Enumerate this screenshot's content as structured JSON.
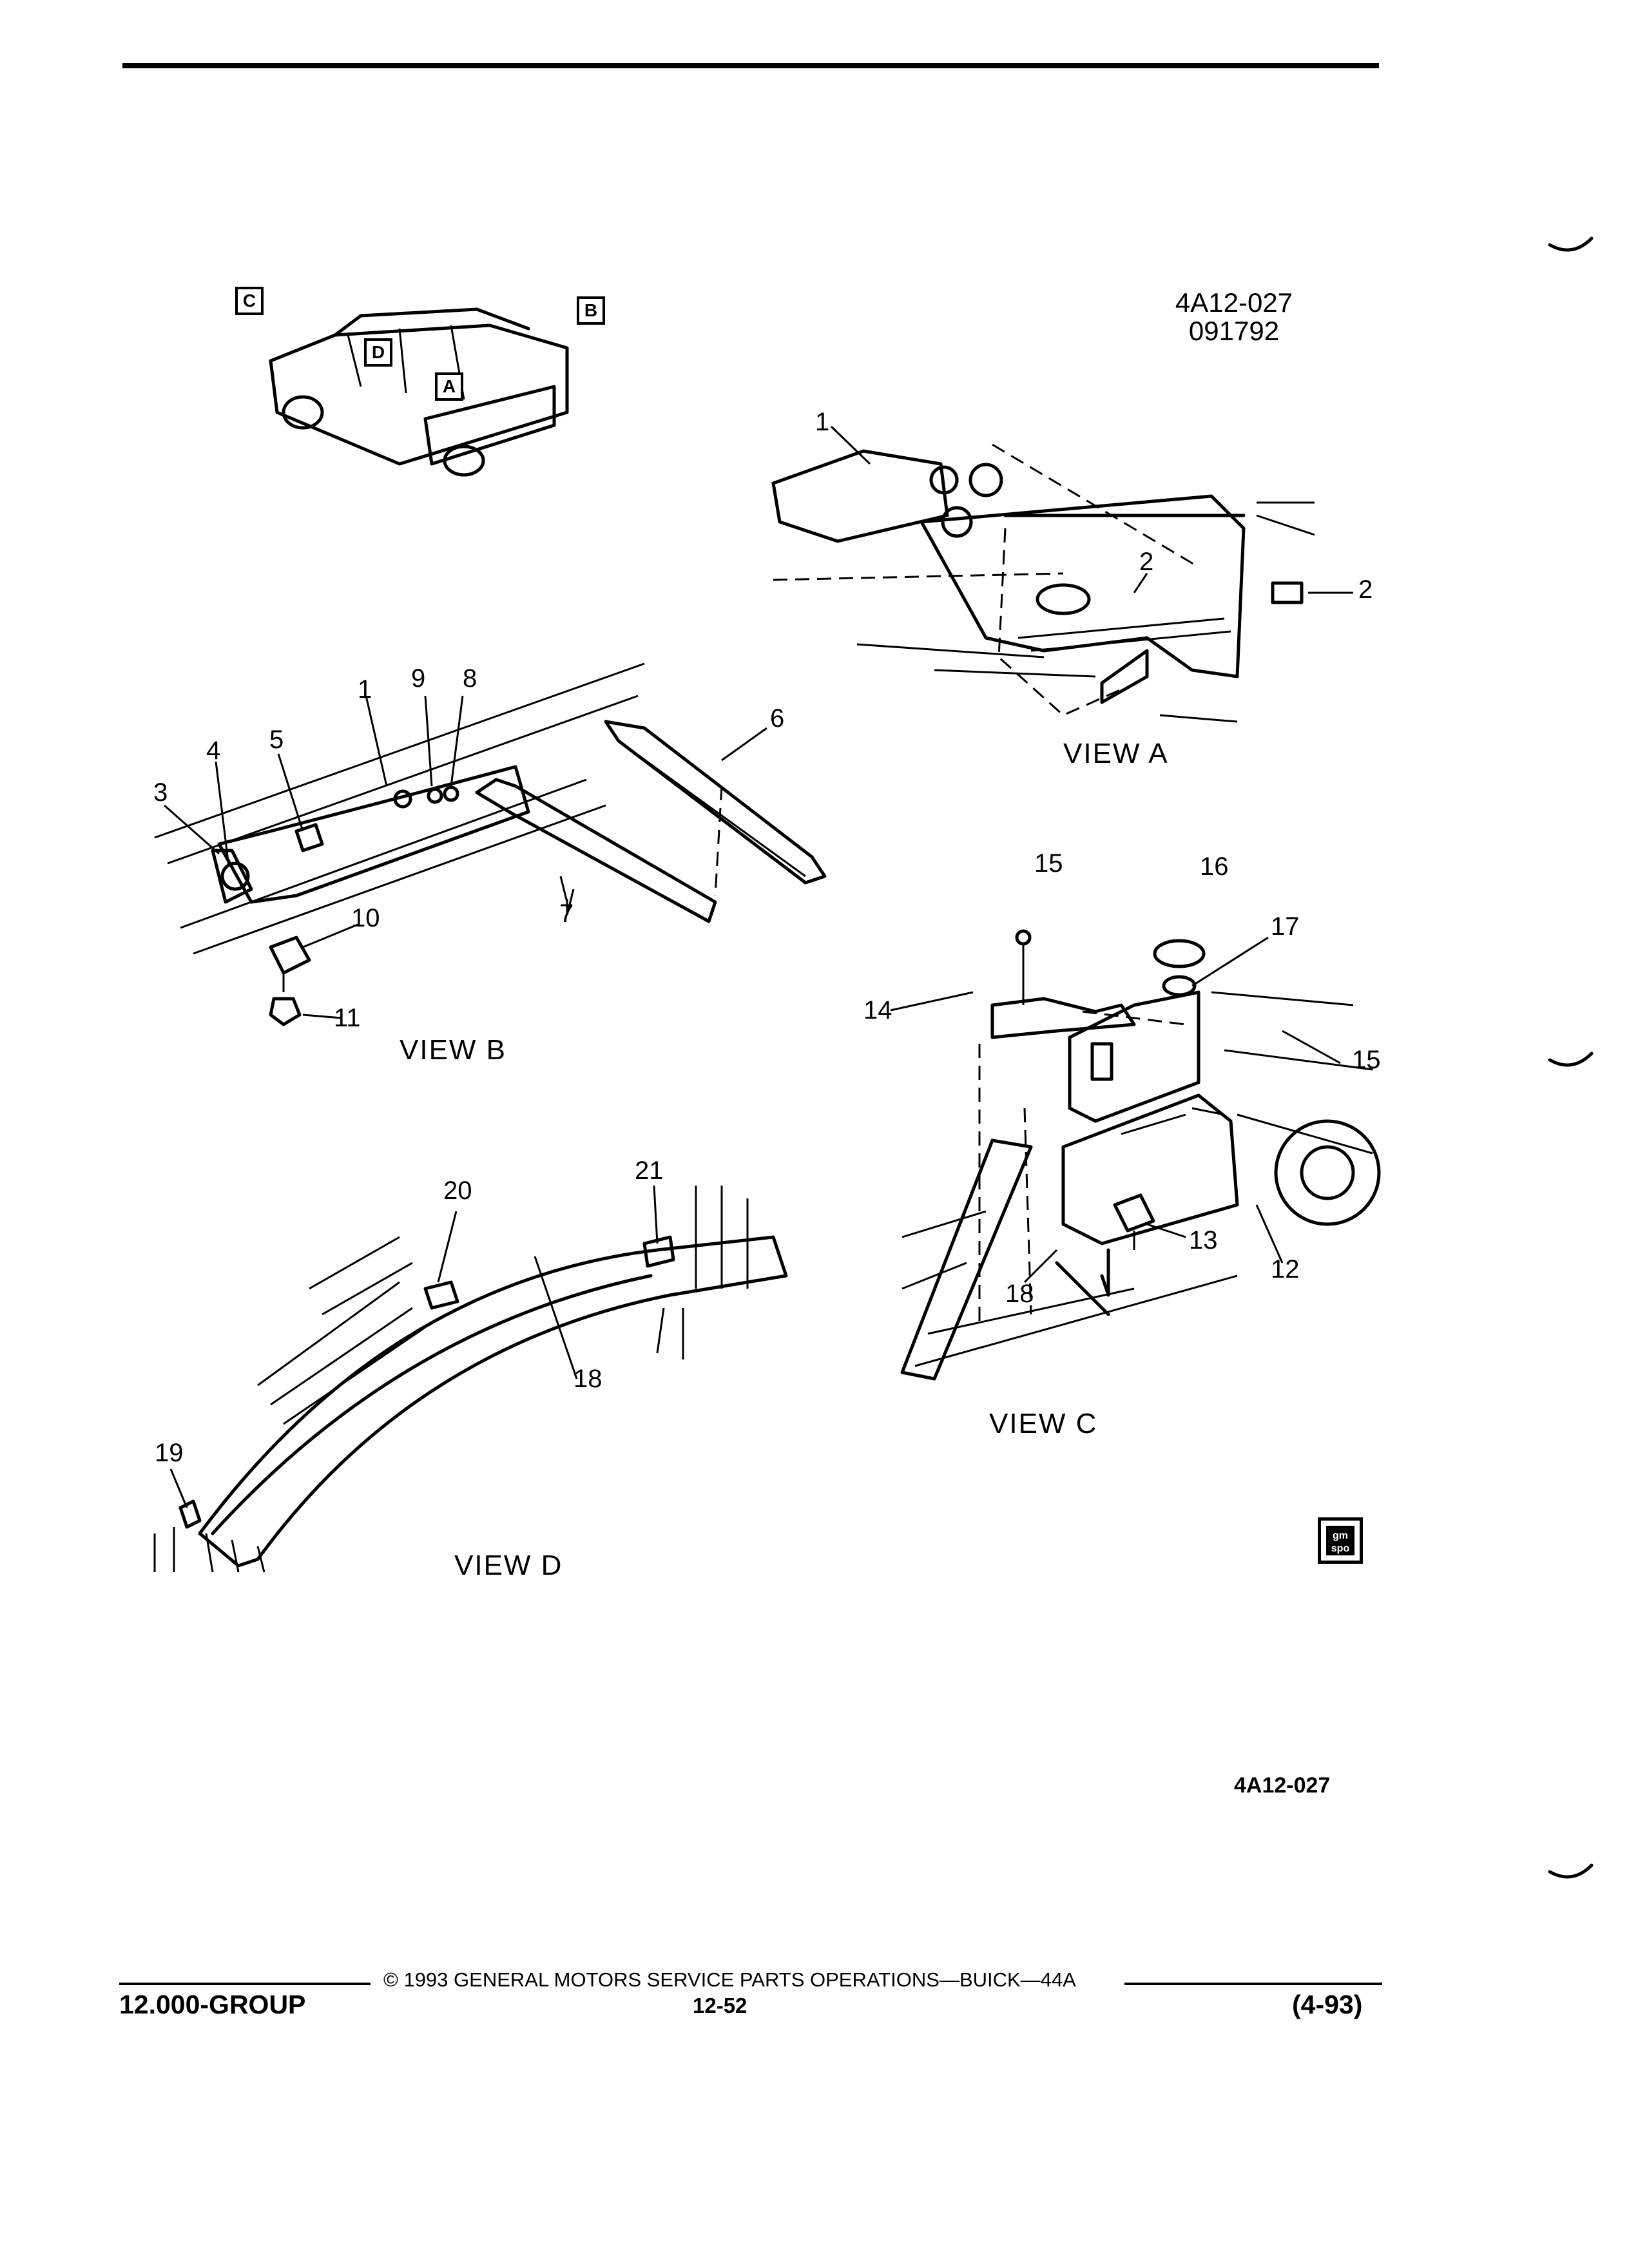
{
  "figure": {
    "code": "4A12-027",
    "date": "091792",
    "bottom_code": "4A12-027"
  },
  "locator": {
    "arrows": [
      "C",
      "D",
      "A",
      "B"
    ]
  },
  "views": {
    "a": {
      "title": "VIEW  A",
      "callouts": [
        "1",
        "2",
        "2"
      ]
    },
    "b": {
      "title": "VIEW  B",
      "callouts": [
        "1",
        "9",
        "8",
        "6",
        "4",
        "5",
        "3",
        "7",
        "10",
        "11"
      ]
    },
    "c": {
      "title": "VIEW  C",
      "callouts": [
        "15",
        "16",
        "17",
        "14",
        "15",
        "13",
        "12",
        "18"
      ]
    },
    "d": {
      "title": "VIEW  D",
      "callouts": [
        "20",
        "21",
        "18",
        "19"
      ]
    }
  },
  "logo": {
    "text": "gm spo"
  },
  "footer": {
    "copyright": "©  1993  GENERAL MOTORS SERVICE PARTS OPERATIONS—BUICK—44A",
    "group": "12.000-GROUP",
    "page": "12-52",
    "date": "(4-93)"
  }
}
